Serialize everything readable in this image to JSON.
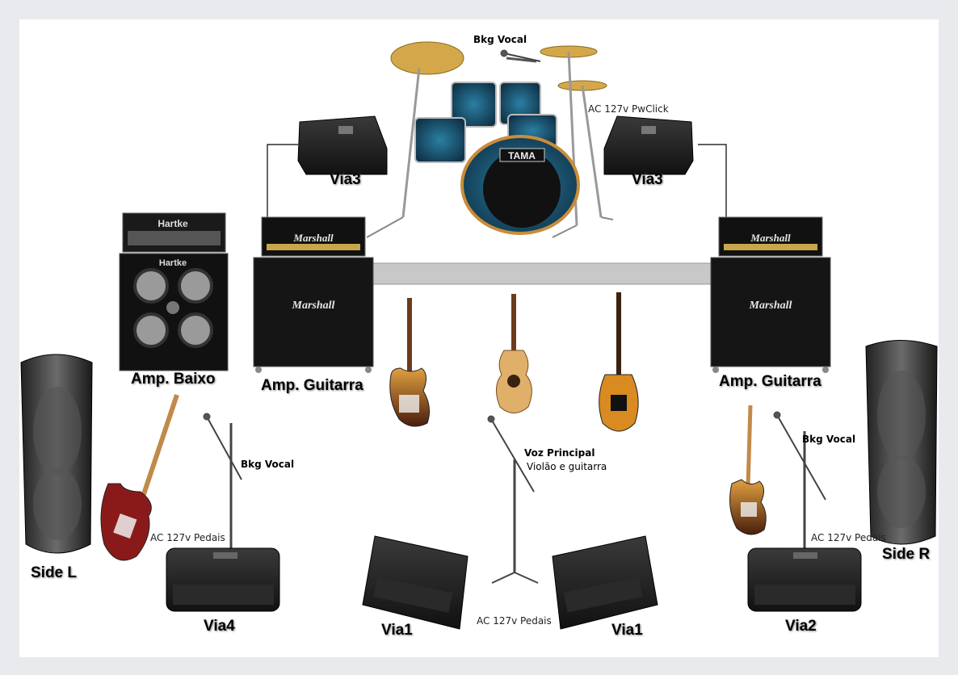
{
  "labels": {
    "bkg_vocal_top": "Bkg Vocal",
    "ac_pwclick": "AC 127v PwClick",
    "via3_left": "Via3",
    "via3_right": "Via3",
    "amp_baixo": "Amp. Baixo",
    "amp_guitarra_left": "Amp. Guitarra",
    "amp_guitarra_right": "Amp. Guitarra",
    "side_l": "Side L",
    "side_r": "Side R",
    "bkg_vocal_left": "Bkg Vocal",
    "bkg_vocal_right": "Bkg Vocal",
    "ac_pedais_left": "AC 127v Pedais",
    "ac_pedais_center": "AC 127v Pedais",
    "ac_pedais_right": "AC 127v Pedais",
    "voz_principal": "Voz Principal",
    "violao_guitarra": "Violão e guitarra",
    "via4": "Via4",
    "via1_left": "Via1",
    "via1_right": "Via1",
    "via2": "Via2"
  },
  "brands": {
    "drum_brand": "TAMA",
    "bass_amp_brand_head": "Hartke",
    "bass_amp_brand_cab": "Hartke",
    "guitar_amp_brand": "Marshall"
  },
  "colors": {
    "background": "#e9eaee",
    "canvas": "#ffffff",
    "drum_shell": "#1f5d7a",
    "amp_body": "#1b1b1b",
    "stage_riser": "#c8c8c8"
  }
}
